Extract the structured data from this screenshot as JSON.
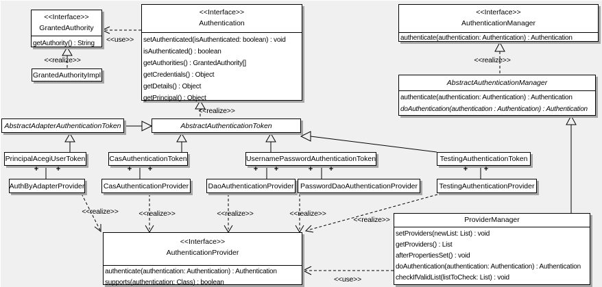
{
  "classes": {
    "granted_authority": {
      "stereotype": "<<Interface>>",
      "name": "GrantedAuthority",
      "methods": [
        "getAuthority() : String"
      ]
    },
    "granted_authority_impl": {
      "name": "GrantedAuthorityImpl"
    },
    "authentication": {
      "stereotype": "<<Interface>>",
      "name": "Authentication",
      "methods": [
        "setAuthenticated(isAuthenticated: boolean) : void",
        "isAuthenticated() : boolean",
        "getAuthorities() : GrantedAuthority[]",
        "getCredentials() : Object",
        "getDetails() : Object",
        "getPrincipal() : Object"
      ]
    },
    "authentication_manager": {
      "stereotype": "<<Interface>>",
      "name": "AuthenticationManager",
      "methods": [
        "authenticate(authentication: Authentication) : Authentication"
      ]
    },
    "abstract_authentication_manager": {
      "name": "AbstractAuthenticationManager",
      "methods": [
        "authenticate(authentication: Authentication) : Authentication",
        "doAuthentication(authentication : Authentication) : Authentication"
      ]
    },
    "abstract_adapter_authentication_token": {
      "name": "AbstractAdapterAuthenticationToken"
    },
    "abstract_authentication_token": {
      "name": "AbstractAuthenticationToken"
    },
    "principal_acegi_user_token": {
      "name": "PrincipalAcegiUserToken"
    },
    "cas_authentication_token": {
      "name": "CasAuthenticationToken"
    },
    "username_password_authentication_token": {
      "name": "UsernamePasswordAuthenticationToken"
    },
    "testing_authentication_token": {
      "name": "TestingAuthenticationToken"
    },
    "auth_by_adapter_provider": {
      "name": "AuthByAdapterProvider"
    },
    "cas_authentication_provider": {
      "name": "CasAuthenticationProvider"
    },
    "dao_authentication_provider": {
      "name": "DaoAuthenticationProvider"
    },
    "password_dao_authentication_provider": {
      "name": "PasswordDaoAuthenticationProvider"
    },
    "testing_authentication_provider": {
      "name": "TestingAuthenticationProvider"
    },
    "authentication_provider": {
      "stereotype": "<<Interface>>",
      "name": "AuthenticationProvider",
      "methods": [
        "authenticate(authentication: Authentication) : Authentication",
        "supports(authentication: Class) : boolean"
      ]
    },
    "provider_manager": {
      "name": "ProviderManager",
      "methods": [
        "setProviders(newList: List) : void",
        "getProviders() : List",
        "afterPropertiesSet() : void",
        "doAuthentication(authentication: Authentication) : Authentication",
        "checkIfValidList(listToCheck: List) : void"
      ]
    }
  },
  "labels": {
    "use": "<<use>>",
    "realize": "<<realize>>",
    "plus": "+"
  },
  "colors": {
    "background": "#f0f0f0",
    "box_fill": "#ffffff",
    "line": "#000000",
    "shadow": "#a5a5a5"
  }
}
